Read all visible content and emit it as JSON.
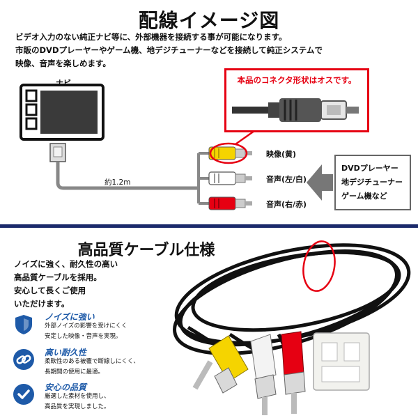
{
  "page": {
    "title": "配線イメージ図",
    "intro_lines": [
      "ビデオ入力のない純正ナビ等に、外部機器を接続する事が可能になります。",
      "市販のDVDプレーヤーやゲーム機、地デジチューナーなどを接続して純正システムで",
      "映像、音声を楽しめます。"
    ]
  },
  "diagram": {
    "navi_label": "ナビ",
    "callout_text": "本品のコネクタ形状はオスです。",
    "cable_length": "約1.2m",
    "outputs": [
      {
        "label": "映像(黄)",
        "color": "#f5d400"
      },
      {
        "label": "音声(左/白)",
        "color": "#ffffff"
      },
      {
        "label": "音声(右/赤)",
        "color": "#e60012"
      }
    ],
    "source_lines": [
      "DVDプレーヤー",
      "地デジチューナー",
      "ゲーム機など"
    ]
  },
  "quality": {
    "title": "高品質ケーブル仕様",
    "desc_lines": [
      "ノイズに強く、耐久性の高い",
      "高品質ケーブルを採用。",
      "安心して長くご使用",
      "いただけます。"
    ],
    "features": [
      {
        "icon": "shield-icon",
        "title": "ノイズに強い",
        "body": [
          "外部ノイズの影響を受けにくく",
          "安定した映像・音声を実現。"
        ]
      },
      {
        "icon": "chain-link-icon",
        "title": "高い耐久性",
        "body": [
          "柔軟性のある被覆で断線しにくく、",
          "長期間の使用に最適。"
        ]
      },
      {
        "icon": "checkmark-icon",
        "title": "安心の品質",
        "body": [
          "厳選した素材を使用し、",
          "高品質を実現しました。"
        ]
      }
    ]
  },
  "colors": {
    "accent_blue": "#1e5aa8",
    "divider": "#1b2a6b",
    "callout_red": "#e60012"
  }
}
